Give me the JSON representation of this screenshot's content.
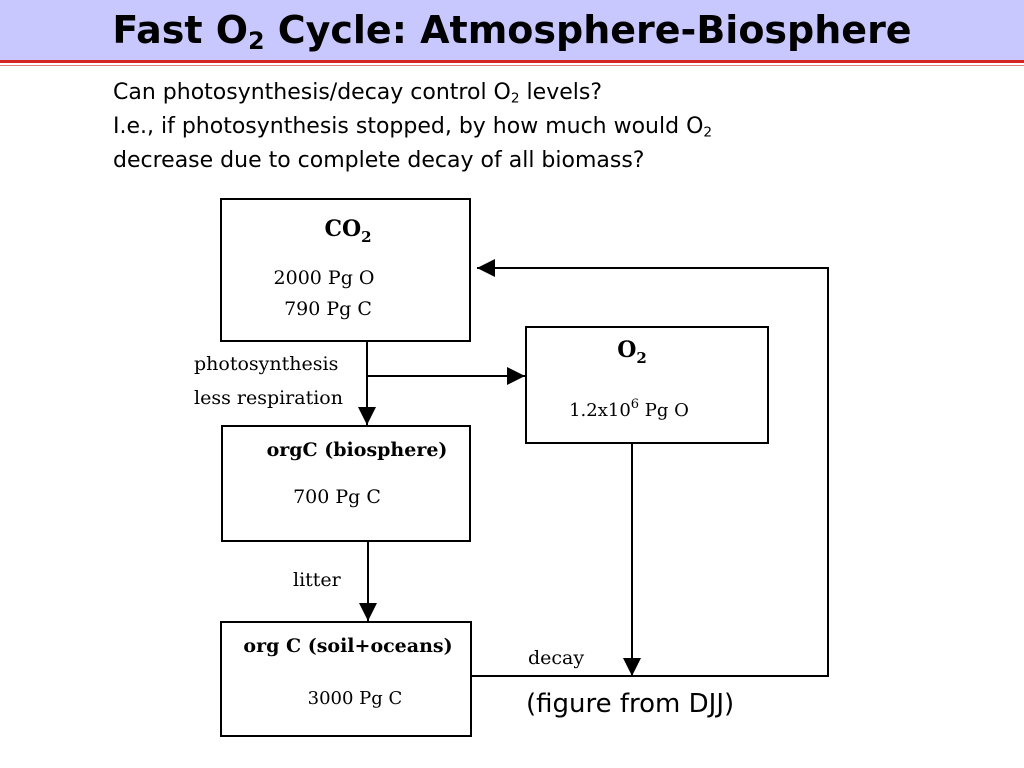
{
  "title": {
    "main": "Fast O",
    "sub": "2",
    "rest": " Cycle: Atmosphere-Biosphere"
  },
  "intro": {
    "line1_a": "Can photosynthesis/decay control O",
    "line1_sub": "2",
    "line1_b": " levels?",
    "line2_a": "I.e., if photosynthesis stopped, by how much would O",
    "line2_sub": "2",
    "line3": "decrease due to complete decay of all biomass?"
  },
  "diagram": {
    "co2_box": {
      "name": "CO",
      "name_sub": "2",
      "value_o": "2000 Pg O",
      "value_c": "790 Pg C"
    },
    "o2_box": {
      "name": "O",
      "name_sub": "2",
      "value_base": "1.2x10",
      "value_exp": "6",
      "value_unit": " Pg O"
    },
    "biosphere_box": {
      "name": "orgC (biosphere)",
      "value": "700 Pg C"
    },
    "soil_box": {
      "name": "org C (soil+oceans)",
      "value": "3000 Pg C"
    },
    "labels": {
      "photosynthesis": "photosynthesis",
      "less_respiration": "less respiration",
      "litter": "litter",
      "decay": "decay"
    }
  },
  "caption": "(figure from DJJ)"
}
